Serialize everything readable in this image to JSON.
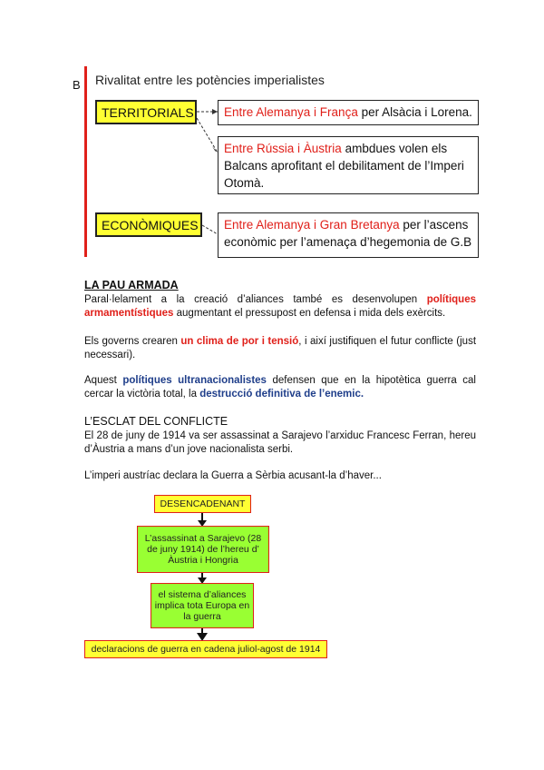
{
  "diagram": {
    "section_letter": "B",
    "title": "Rivalitat entre les potències imperialistes",
    "categories": [
      {
        "label": "TERRITORIALS"
      },
      {
        "label": "ECONÒMIQUES"
      }
    ],
    "rivalries": [
      {
        "countries": "Entre Alemanya i França",
        "detail": " per Alsàcia i Lorena."
      },
      {
        "countries": "Entre Rússia i Àustria",
        "detail": " ambdues volen els Balcans aprofitant el debilitament de l’Imperi Otomà."
      },
      {
        "countries": "Entre Alemanya i Gran Bretanya",
        "detail": " per l’ascens econòmic per l’amenaça d’hegemonia de G.B"
      }
    ]
  },
  "pau_armada": {
    "heading": "LA PAU ARMADA",
    "p1_a": "Paral·lelament a la creació d’aliances també es desenvolupen ",
    "p1_hl": "polítiques armamentístiques",
    "p1_b": " augmentant el pressupost en defensa i mida dels exèrcits.",
    "p2_a": "Els governs crearen ",
    "p2_hl": "un clima de por i tensió",
    "p2_b": ", i així justifiquen el futur conflicte (just necessari).",
    "p3_a": "Aquest ",
    "p3_hl1": "polítiques ultranacionalistes",
    "p3_b": " defensen que en la hipotètica guerra cal cercar la victòria total, la ",
    "p3_hl2": "destrucció definitiva de l’enemic."
  },
  "esclat": {
    "heading": "L’ESCLAT DEL CONFLICTE",
    "p4": "El 28 de juny de 1914 va ser assassinat a Sarajevo l’arxiduc Francesc Ferran, hereu d’Àustria a mans d’un jove nacionalista serbi.",
    "p5": "L’imperi austríac declara la Guerra a Sèrbia acusant-la d’haver..."
  },
  "flowchart": {
    "step1": "DESENCADENANT",
    "step2": "L’assassinat a Sarajevo (28 de juny 1914) de l’hereu d’ Àustria i Hongria",
    "step3": "el sistema d’aliances implica tota Europa en la guerra",
    "step4": "declaracions de guerra en cadena juliol-agost de 1914"
  },
  "colors": {
    "accent_red": "#e0201a",
    "highlight_yellow": "#ffff33",
    "flow_green": "#99ff33",
    "text_blue": "#1f3e8a"
  }
}
